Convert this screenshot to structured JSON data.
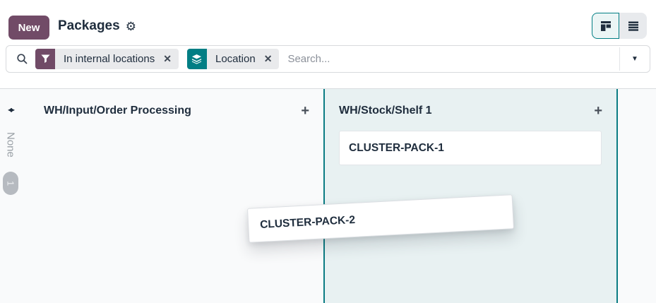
{
  "app": {
    "new_button_label": "New",
    "title": "Packages"
  },
  "icons": {
    "gear": "⚙",
    "close": "✕",
    "caret_down": "▼",
    "plus": "+",
    "unfold_arrows": "◂▸"
  },
  "search_bar": {
    "placeholder": "Search...",
    "facets": [
      {
        "icon": "filter-icon",
        "label": "In internal locations"
      },
      {
        "icon": "layers-icon",
        "label": "Location"
      }
    ]
  },
  "view_switcher": {
    "active_view": "kanban",
    "views": [
      "kanban",
      "list"
    ]
  },
  "board": {
    "folded_column": {
      "label": "None",
      "count": "1"
    },
    "columns": [
      {
        "title": "WH/Input/Order Processing",
        "highlighted": false,
        "cards": []
      },
      {
        "title": "WH/Stock/Shelf 1",
        "highlighted": true,
        "cards": [
          {
            "name": "CLUSTER-PACK-1"
          }
        ]
      }
    ],
    "dragging_card": {
      "name": "CLUSTER-PACK-2"
    }
  },
  "colors": {
    "primary_purple": "#714B67",
    "accent_teal": "#017E84",
    "column_highlight_bg": "#e8f1f2",
    "text_dark": "#1f2d3d",
    "muted_gray": "#9aa0a6",
    "badge_gray": "#b6bac0"
  }
}
